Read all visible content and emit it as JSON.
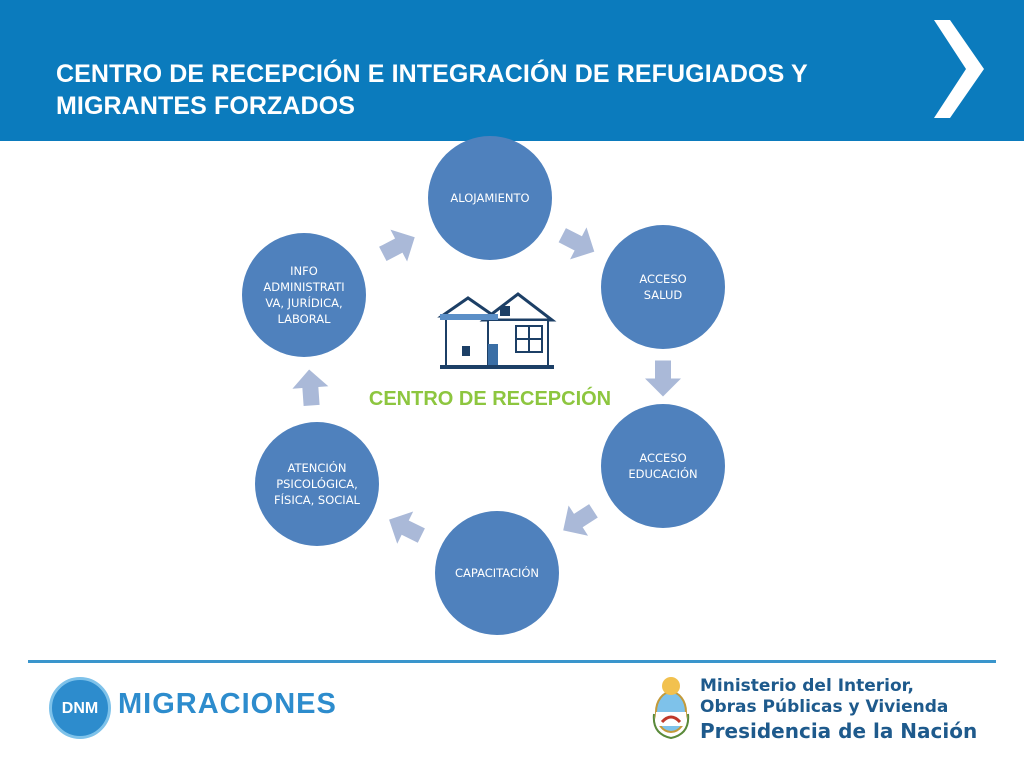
{
  "header": {
    "title": "CENTRO DE RECEPCIÓN E INTEGRACIÓN DE REFUGIADOS Y MIGRANTES FORZADOS"
  },
  "diagram": {
    "center_label": "CENTRO DE RECEPCIÓN",
    "center_icon": "house-icon",
    "nodes": [
      {
        "lines": [
          "ALOJAMIENTO"
        ]
      },
      {
        "lines": [
          "ACCESO",
          "SALUD"
        ]
      },
      {
        "lines": [
          "ACCESO",
          "EDUCACIÓN"
        ]
      },
      {
        "lines": [
          "CAPACITACIÓN"
        ]
      },
      {
        "lines": [
          "ATENCIÓN",
          "PSICOLÓGICA,",
          "FÍSICA, SOCIAL"
        ]
      },
      {
        "lines": [
          "INFO",
          "ADMINISTRATI",
          "VA, JURÍDICA,",
          "LABORAL"
        ]
      }
    ],
    "colors": {
      "node_fill": "#4f81bd",
      "arrow_fill": "#aab9d8",
      "center_label": "#8dc63f",
      "header_bg": "#0b7bbd"
    }
  },
  "footer": {
    "logo_badge": "DNM",
    "logo_text": "MIGRACIONES",
    "ministry_line1": "Ministerio del Interior,",
    "ministry_line2": "Obras Públicas y Vivienda",
    "ministry_line3": "Presidencia de la Nación"
  }
}
